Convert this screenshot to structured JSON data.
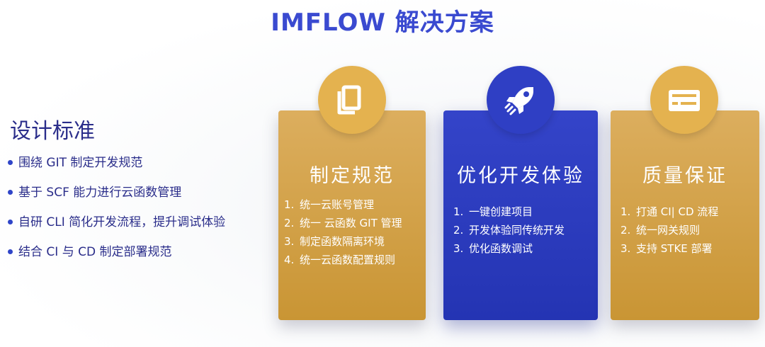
{
  "title": "IMFLOW 解决方案",
  "design": {
    "heading": "设计标准",
    "items": [
      "围绕 GIT 制定开发规范",
      "基于 SCF 能力进行云函数管理",
      "自研 CLI 简化开发流程，提升调试体验",
      "结合 CI 与 CD 制定部署规范"
    ]
  },
  "cards": [
    {
      "icon": "copy-icon",
      "color": "#d4a44a",
      "title": "制定规范",
      "items": [
        {
          "num": "1.",
          "text": "统一云账号管理"
        },
        {
          "num": "2.",
          "text": "统一 云函数 GIT 管理"
        },
        {
          "num": "3.",
          "text": "制定函数隔离环境"
        },
        {
          "num": "4.",
          "text": "统一云函数配置规则"
        }
      ]
    },
    {
      "icon": "rocket-icon",
      "color": "#2d3dc0",
      "title": "优化开发体验",
      "items": [
        {
          "num": "1.",
          "text": "一键创建项目"
        },
        {
          "num": "2.",
          "text": "开发体验同传统开发"
        },
        {
          "num": "3.",
          "text": "优化函数调试"
        }
      ]
    },
    {
      "icon": "card-icon",
      "color": "#d4a44a",
      "title": "质量保证",
      "items": [
        {
          "num": "1.",
          "text": "打通 CI| CD 流程"
        },
        {
          "num": "2.",
          "text": "统一网关规则"
        },
        {
          "num": "3.",
          "text": "支持 STKE 部署"
        }
      ]
    }
  ]
}
